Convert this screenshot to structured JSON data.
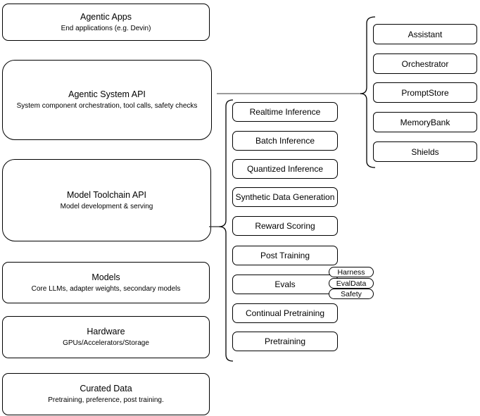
{
  "diagram": {
    "stack_layers": [
      {
        "title": "Agentic Apps",
        "subtitle": "End applications (e.g. Devin)"
      },
      {
        "title": "Agentic System API",
        "subtitle": "System component orchestration, tool calls, safety checks"
      },
      {
        "title": "Model Toolchain API",
        "subtitle": "Model development & serving"
      },
      {
        "title": "Models",
        "subtitle": "Core LLMs, adapter weights, secondary models"
      },
      {
        "title": "Hardware",
        "subtitle": "GPUs/Accelerators/Storage"
      },
      {
        "title": "Curated Data",
        "subtitle": "Pretraining, preference, post training."
      }
    ],
    "toolchain_capabilities": [
      "Realtime Inference",
      "Batch Inference",
      "Quantized Inference",
      "Synthetic Data Generation",
      "Reward Scoring",
      "Post Training",
      "Evals",
      "Continual Pretraining",
      "Pretraining"
    ],
    "evals_tags": [
      "Harness",
      "EvalData",
      "Safety"
    ],
    "system_components": [
      "Assistant",
      "Orchestrator",
      "PromptStore",
      "MemoryBank",
      "Shields"
    ],
    "colors": {
      "stroke": "#000000",
      "connector": "#7a7a7a",
      "background": "#ffffff"
    }
  }
}
